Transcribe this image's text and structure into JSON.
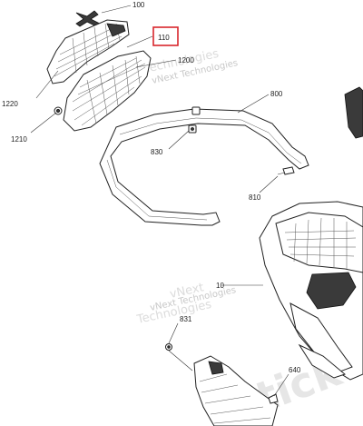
{
  "diagram": {
    "callouts": {
      "c100": "100",
      "c110": "110",
      "c1200": "1200",
      "c1220": "1220",
      "c1210": "1210",
      "c800": "800",
      "c830": "830",
      "c810": "810",
      "c10": "10",
      "c831": "831",
      "c640": "640"
    },
    "highlight_color": "#d9262c",
    "watermarks": {
      "wm1a": "vNext Technologies",
      "wm1b": "Technologies",
      "wm2a": "vNext",
      "wm2b": "Technologies",
      "wm2c": "vNext Technologies",
      "wm3": "rtick"
    }
  }
}
